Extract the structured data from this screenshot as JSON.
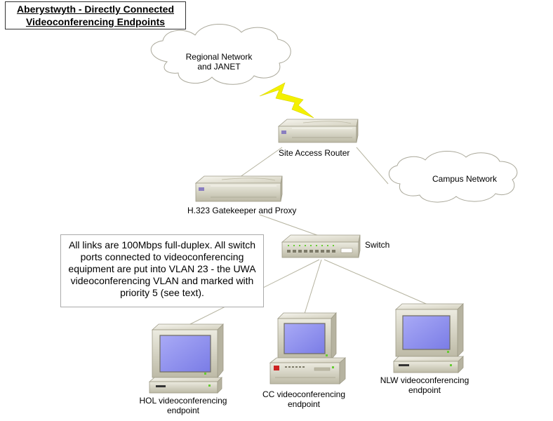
{
  "title": {
    "line1": "Aberystwyth - Directly Connected",
    "line2": "Videoconferencing Endpoints"
  },
  "clouds": {
    "regional": {
      "line1": "Regional Network",
      "line2": "and JANET"
    },
    "campus": {
      "label": "Campus Network"
    }
  },
  "devices": {
    "router": {
      "label": "Site Access Router"
    },
    "gatekeeper": {
      "label": "H.323 Gatekeeper and Proxy"
    },
    "switch": {
      "label": "Switch"
    },
    "hol": {
      "line1": "HOL videoconferencing",
      "line2": "endpoint"
    },
    "cc": {
      "line1": "CC videoconferencing",
      "line2": "endpoint"
    },
    "nlw": {
      "line1": "NLW videoconferencing",
      "line2": "endpoint"
    }
  },
  "note": {
    "lines": [
      "All links are 100Mbps full-duplex. All switch",
      "ports connected to videoconferencing",
      "equipment are put into VLAN 23 - the UWA",
      "videoconferencing VLAN and marked with",
      "priority 5 (see text)."
    ]
  },
  "colors": {
    "device_body": "#d9d6c4",
    "device_top": "#ece9dc",
    "screen": "#8d8ff0",
    "lightning": "#f4f000",
    "links": "#b5b39f",
    "led": "#66cc33"
  }
}
